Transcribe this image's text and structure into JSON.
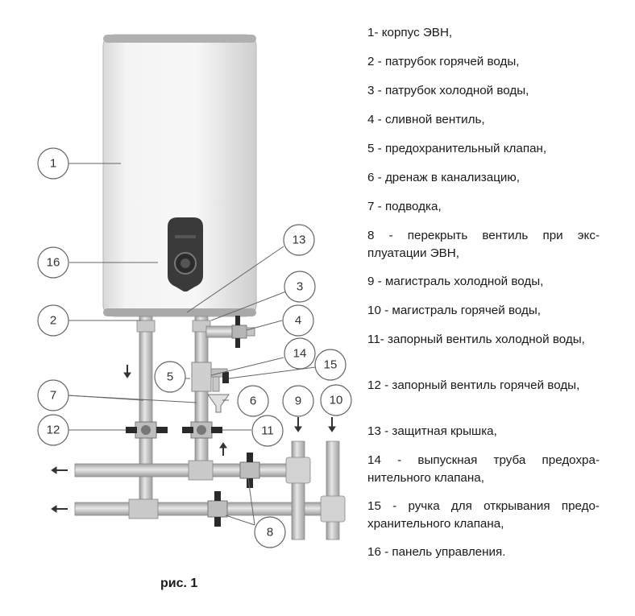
{
  "callouts": {
    "c1": "1",
    "c2": "2",
    "c3": "3",
    "c4": "4",
    "c5": "5",
    "c6": "6",
    "c7": "7",
    "c8": "8",
    "c9": "9",
    "c10": "10",
    "c11": "11",
    "c12": "12",
    "c13": "13",
    "c14": "14",
    "c15": "15",
    "c16": "16"
  },
  "legend": [
    {
      "text": "1- корпус ЭВН,"
    },
    {
      "text": "2 - патрубок горячей воды,"
    },
    {
      "text": "3 - патрубок холодной воды,"
    },
    {
      "text": "4 - сливной вентиль,"
    },
    {
      "text": "5 - предохранительный клапан,"
    },
    {
      "text": "6 - дренаж в канализацию,"
    },
    {
      "text": "7 - подводка,"
    },
    {
      "text": "8 - перекрыть вентиль при экс-плуатации ЭВН,"
    },
    {
      "text": "9 - магистраль холодной воды,"
    },
    {
      "text": "10 - магистраль горячей воды,"
    },
    {
      "text": "11- запорный вентиль холодной воды,"
    },
    {
      "text": "12 - запорный вентиль горячей воды,"
    },
    {
      "text": "13 - защитная крышка,"
    },
    {
      "text": "14 - выпускная труба предохра-нительного клапана,"
    },
    {
      "text": "15 - ручка для открывания предо-хранительного клапана,"
    },
    {
      "text": "16 - панель управления."
    }
  ],
  "caption": "рис. 1",
  "colors": {
    "tank_body": "#f2f2f2",
    "tank_rim": "#a8a8a8",
    "pipe": "#d0d0d0",
    "pipe_edge": "#8a8a8a",
    "valve_handle": "#2a2a2a",
    "panel": "#3a3a3a"
  }
}
